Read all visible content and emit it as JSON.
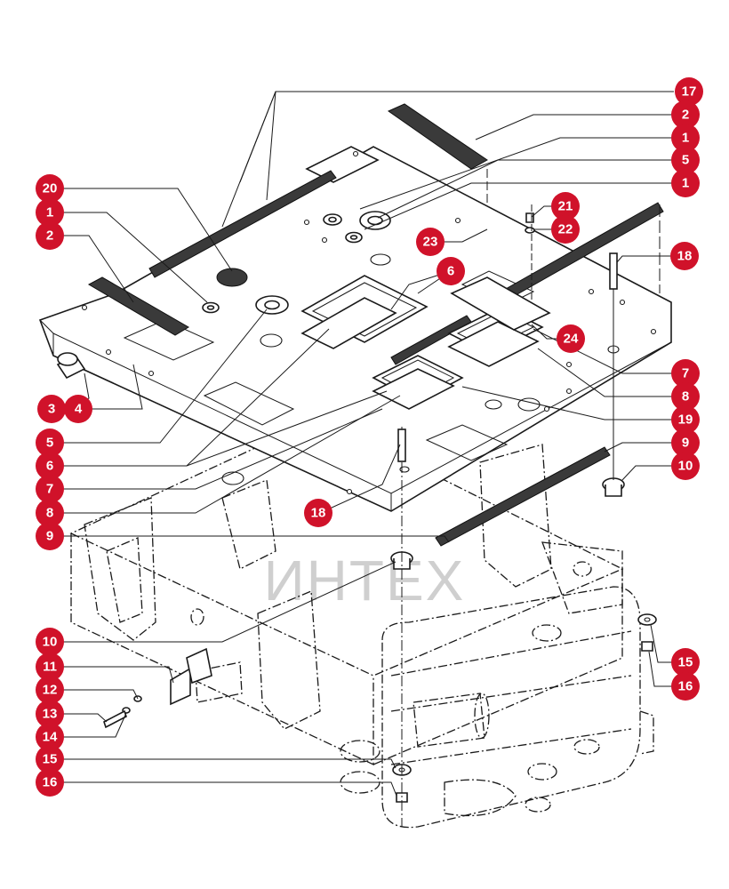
{
  "watermark": {
    "text": "ИНТЕХ",
    "logo_color": "#f2b8b8",
    "text_color": "#cfcfcf"
  },
  "colors": {
    "callout_fill": "#d0122a",
    "line": "#1a1a1a",
    "background": "#ffffff"
  },
  "callouts": [
    {
      "id": "c17a",
      "number": "17"
    },
    {
      "id": "c2a",
      "number": "2"
    },
    {
      "id": "c1a",
      "number": "1"
    },
    {
      "id": "c5a",
      "number": "5"
    },
    {
      "id": "c1b",
      "number": "1"
    },
    {
      "id": "c20",
      "number": "20"
    },
    {
      "id": "c1c",
      "number": "1"
    },
    {
      "id": "c2b",
      "number": "2"
    },
    {
      "id": "c21",
      "number": "21"
    },
    {
      "id": "c22",
      "number": "22"
    },
    {
      "id": "c23",
      "number": "23"
    },
    {
      "id": "c18a",
      "number": "18"
    },
    {
      "id": "c6a",
      "number": "6"
    },
    {
      "id": "c24",
      "number": "24"
    },
    {
      "id": "c3",
      "number": "3"
    },
    {
      "id": "c4",
      "number": "4"
    },
    {
      "id": "c7a",
      "number": "7"
    },
    {
      "id": "c8a",
      "number": "8"
    },
    {
      "id": "c19",
      "number": "19"
    },
    {
      "id": "c5b",
      "number": "5"
    },
    {
      "id": "c9a",
      "number": "9"
    },
    {
      "id": "c6b",
      "number": "6"
    },
    {
      "id": "c10a",
      "number": "10"
    },
    {
      "id": "c7b",
      "number": "7"
    },
    {
      "id": "c8b",
      "number": "8"
    },
    {
      "id": "c18b",
      "number": "18"
    },
    {
      "id": "c9b",
      "number": "9"
    },
    {
      "id": "c10b",
      "number": "10"
    },
    {
      "id": "c11",
      "number": "11"
    },
    {
      "id": "c12",
      "number": "12"
    },
    {
      "id": "c13",
      "number": "13"
    },
    {
      "id": "c14",
      "number": "14"
    },
    {
      "id": "c15a",
      "number": "15"
    },
    {
      "id": "c16a",
      "number": "16"
    },
    {
      "id": "c15b",
      "number": "15"
    },
    {
      "id": "c16b",
      "number": "16"
    }
  ]
}
